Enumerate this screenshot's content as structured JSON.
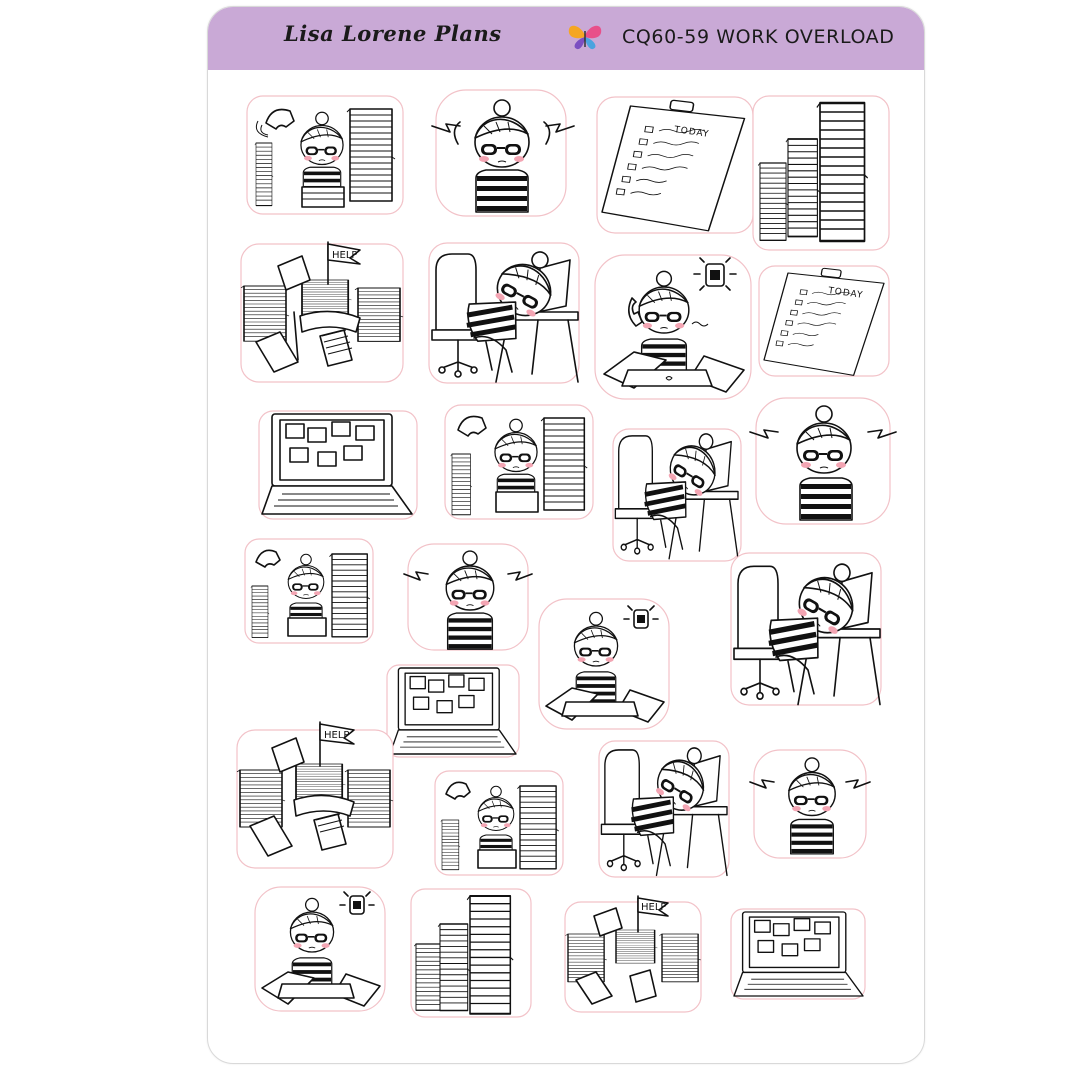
{
  "header": {
    "brand": "Lisa Lorene Plans",
    "title": "CQ60-59 WORK OVERLOAD",
    "color": "#c9a9d6"
  },
  "sticker_text": {
    "help": "HELP",
    "today": "TODAY"
  },
  "stickers": [
    {
      "type": "phone-desk"
    },
    {
      "type": "frustrated-girl"
    },
    {
      "type": "clipboard-today"
    },
    {
      "type": "paper-stacks"
    },
    {
      "type": "help-stacks"
    },
    {
      "type": "sleeping-desk"
    },
    {
      "type": "phone-laptop"
    },
    {
      "type": "clipboard-today"
    },
    {
      "type": "laptop-notes"
    },
    {
      "type": "phone-desk"
    },
    {
      "type": "sleeping-desk"
    },
    {
      "type": "frustrated-girl"
    },
    {
      "type": "phone-desk"
    },
    {
      "type": "frustrated-girl"
    },
    {
      "type": "phone-laptop"
    },
    {
      "type": "sleeping-desk"
    },
    {
      "type": "laptop-notes"
    },
    {
      "type": "help-stacks"
    },
    {
      "type": "phone-desk"
    },
    {
      "type": "sleeping-desk"
    },
    {
      "type": "frustrated-girl"
    },
    {
      "type": "phone-laptop"
    },
    {
      "type": "paper-stacks"
    },
    {
      "type": "help-stacks"
    },
    {
      "type": "laptop-notes"
    }
  ]
}
